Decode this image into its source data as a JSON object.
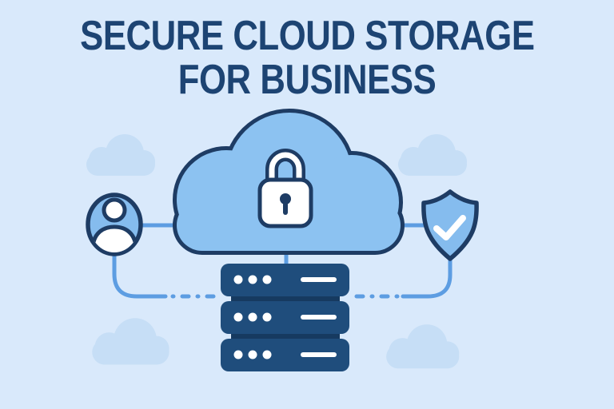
{
  "title": {
    "line1": "SECURE CLOUD STORAGE",
    "line2": "FOR BUSINESS"
  },
  "illustration": {
    "icons": [
      "cloud-icon",
      "padlock-icon",
      "user-icon",
      "shield-check-icon",
      "server-stack-icon",
      "background-cloud-icon"
    ],
    "server_stack": {
      "units": 3,
      "dots_per_unit": 3,
      "slot_lines_per_unit": 1
    },
    "background_clouds": 4,
    "connections": [
      "user-to-cloud",
      "cloud-to-shield",
      "cloud-to-server",
      "user-to-server-dashed",
      "shield-to-server-dashed"
    ]
  },
  "colors": {
    "background": "#d9e9fb",
    "cloud_small": "#c6def6",
    "navy": "#1e3c64",
    "title": "#1d4473",
    "fill_blue": "#8cc2f1",
    "fill_blue_dark": "#85bcee",
    "line_blue": "#5d9de2",
    "server": "#1f4d7c",
    "server_dark": "#163a60",
    "white": "#ffffff"
  }
}
